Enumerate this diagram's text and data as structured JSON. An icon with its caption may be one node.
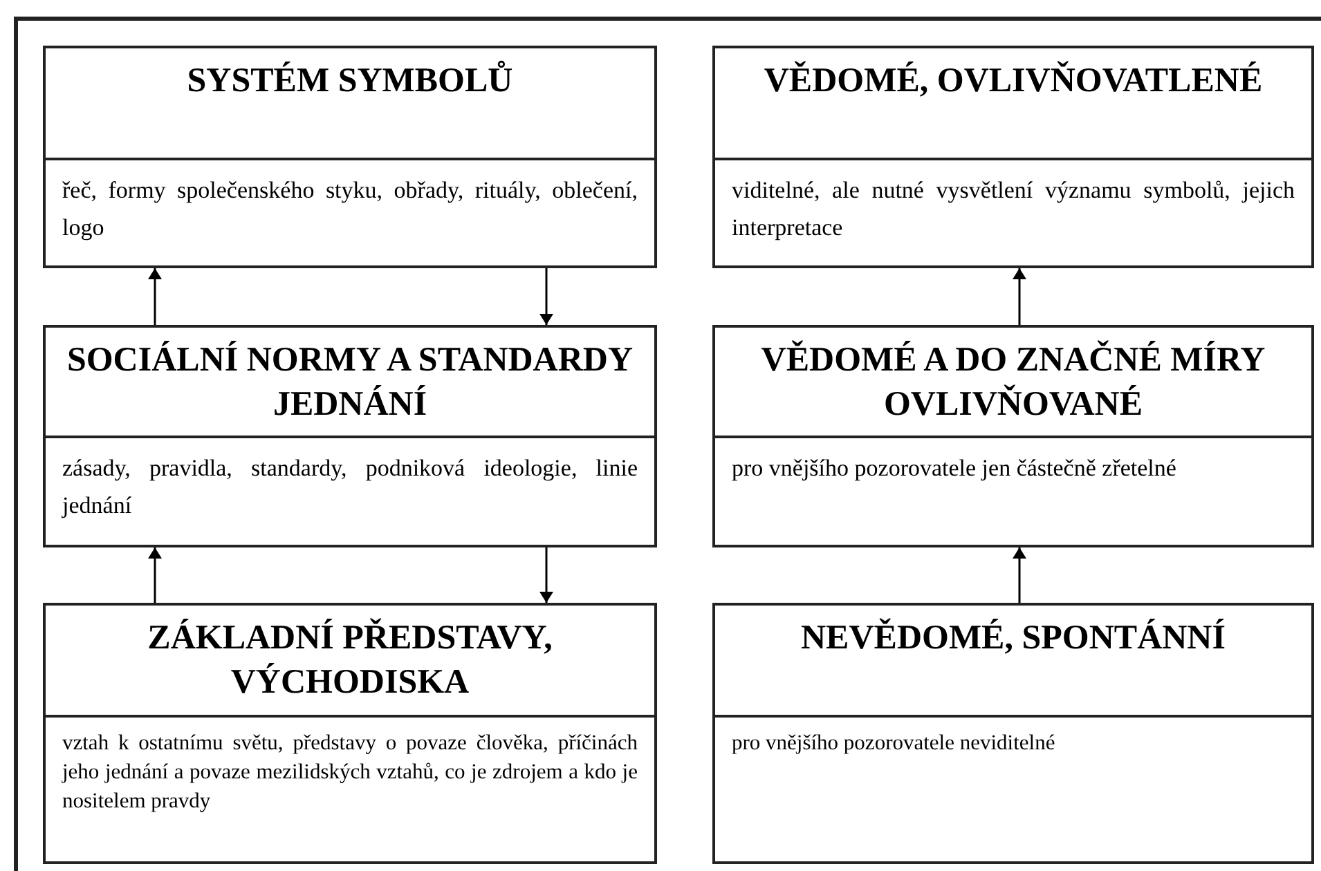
{
  "diagram": {
    "nodes": [
      {
        "text": [
          "SYSTÉM SYMBOLŮ",
          "řeč, formy společenského styku, obřady, rituály, oblečení, logo"
        ]
      },
      {
        "text": [
          "SOCIÁLNÍ NORMY A STANDARDY JEDNÁNÍ",
          "zásady, pravidla, standardy, podniková ideologie, linie jednání"
        ]
      },
      {
        "text": [
          "ZÁKLADNÍ PŘEDSTAVY, VÝCHODISKA",
          "vztah k ostatnímu světu, představy o povaze člověka, příčinách jeho jednání a povaze mezilidských vztahů, co je zdrojem a kdo je nositelem pravdy"
        ]
      },
      {
        "text": [
          "VĚDOMÉ, OVLIVŇOVATLENÉ",
          "viditelné, ale nutné vysvětlení významu symbolů, jejich interpretace"
        ]
      },
      {
        "text": [
          "VĚDOMÉ A DO ZNAČNÉ MÍRY OVLIVŇOVANÉ",
          "pro vnějšího pozorovatele jen částečně zřetelné"
        ]
      },
      {
        "text": [
          "NEVĚDOMÉ, SPONTÁNNÍ",
          "pro vnějšího pozorovatele neviditelné"
        ]
      }
    ],
    "edges": [
      {
        "from": 1,
        "to": 0,
        "arrow": "to"
      },
      {
        "from": 0,
        "to": 1,
        "arrow": "to"
      },
      {
        "from": 2,
        "to": 1,
        "arrow": "to"
      },
      {
        "from": 1,
        "to": 2,
        "arrow": "to"
      },
      {
        "from": 4,
        "to": 3,
        "arrow": "to"
      },
      {
        "from": 5,
        "to": 4,
        "arrow": "to"
      }
    ]
  }
}
